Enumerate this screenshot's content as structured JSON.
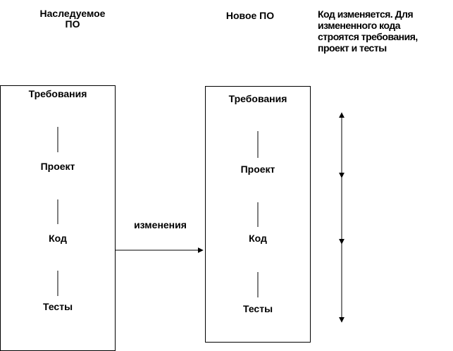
{
  "headings": {
    "legacy": "Наследуемое\nПО",
    "new": "Новое ПО",
    "note": "Код изменяется. Для\nизмененного кода\nстроятся требования,\nпроект и тесты"
  },
  "legacy_box": {
    "requirements": "Требования",
    "design": "Проект",
    "code": "Код",
    "tests": "Тесты"
  },
  "new_box": {
    "requirements": "Требования",
    "design": "Проект",
    "code": "Код",
    "tests": "Тесты"
  },
  "arrow_label": "изменения"
}
